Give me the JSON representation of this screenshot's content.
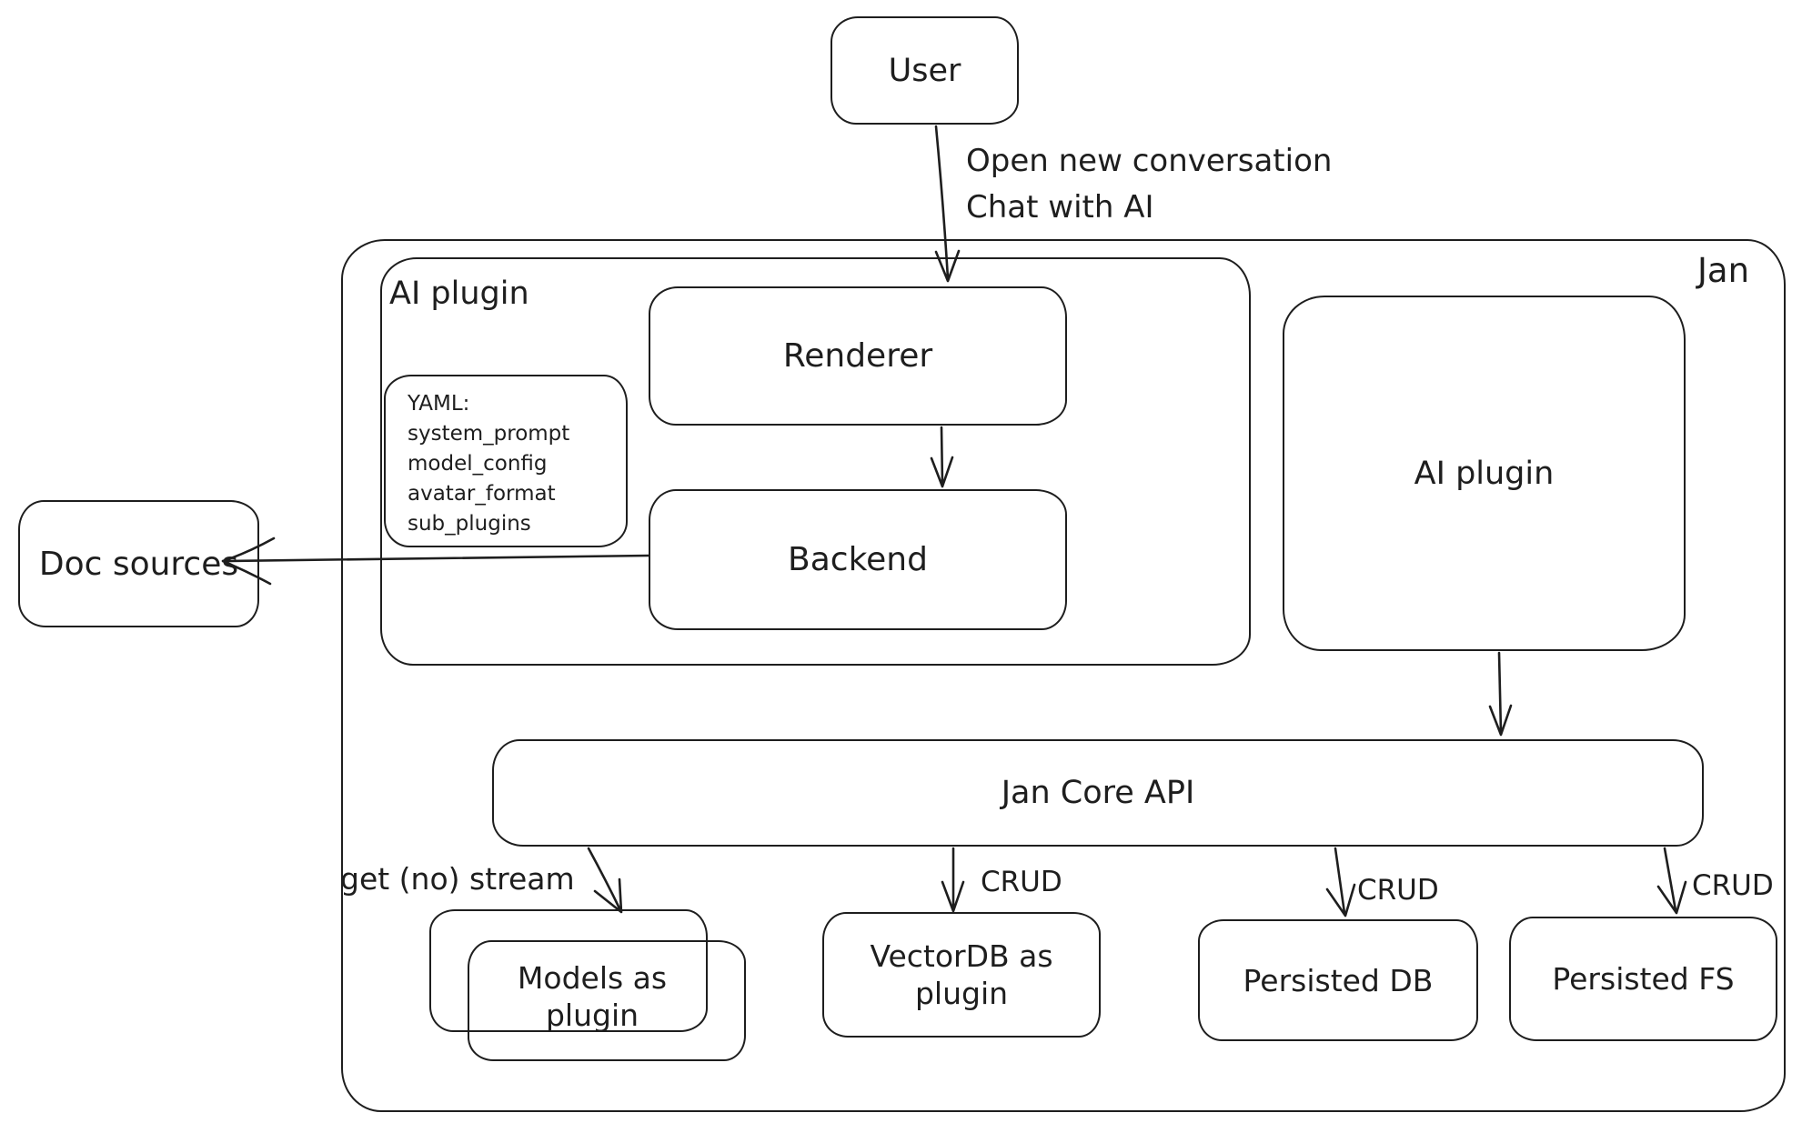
{
  "colors": {
    "stroke": "#1e1e1e",
    "background": "#ffffff"
  },
  "containers": {
    "jan": {
      "label": "Jan"
    },
    "ai_plugin_left": {
      "label": "AI plugin"
    }
  },
  "nodes": {
    "user": {
      "label": "User"
    },
    "renderer": {
      "label": "Renderer"
    },
    "backend": {
      "label": "Backend"
    },
    "doc_sources": {
      "label": "Doc sources"
    },
    "ai_plugin_right": {
      "label": "AI plugin"
    },
    "jan_core_api": {
      "label": "Jan Core API"
    },
    "models_as_plugin": {
      "label": "Models as plugin"
    },
    "vectordb_as_plugin": {
      "label": "VectorDB as plugin"
    },
    "persisted_db": {
      "label": "Persisted DB"
    },
    "persisted_fs": {
      "label": "Persisted FS"
    }
  },
  "note": {
    "lines": [
      "YAML:",
      "system_prompt",
      "model_config",
      "avatar_format",
      "sub_plugins"
    ]
  },
  "edge_labels": {
    "user_flow_line1": "Open new conversation",
    "user_flow_line2": "Chat with AI",
    "models_stream": "get (no) stream",
    "crud_vectordb": "CRUD",
    "crud_persisted_db": "CRUD",
    "crud_persisted_fs": "CRUD"
  }
}
